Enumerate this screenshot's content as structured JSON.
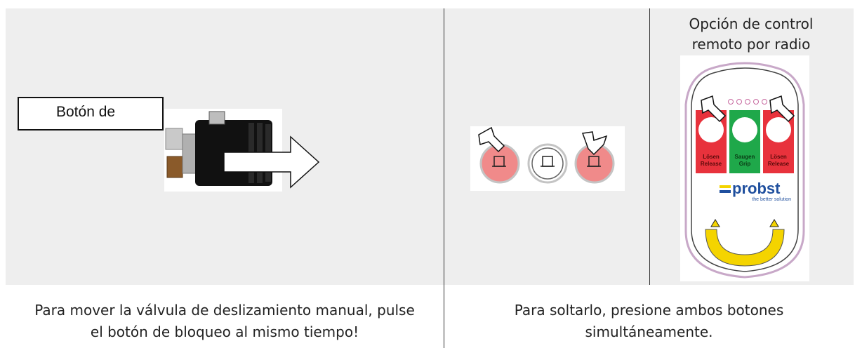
{
  "left_panel": {
    "label_box_text": "Botón de",
    "caption_line1": "Para mover la válvula de deslizamiento manual, pulse",
    "caption_line2": "el botón de bloqueo al mismo tiempo!"
  },
  "middle_panel": {
    "caption_line1": "Para soltarlo, presione ambos botones",
    "caption_line2": "simultáneamente."
  },
  "right_panel": {
    "title_line1": "Opción de control",
    "title_line2": "remoto por radio",
    "remote": {
      "left_button_line1": "Lösen",
      "left_button_line2": "Release",
      "center_button_line1": "Saugen",
      "center_button_line2": "Grip",
      "right_button_line1": "Lösen",
      "right_button_line2": "Release",
      "brand": "probst",
      "tagline": "the better solution"
    }
  },
  "colors": {
    "panel_bg": "#eeeeee",
    "release_red": "#e8323c",
    "grip_green": "#1fa84a",
    "brand_blue": "#1f4f9e",
    "brand_yellow": "#f4d400",
    "button_pink": "#f08a8a"
  }
}
